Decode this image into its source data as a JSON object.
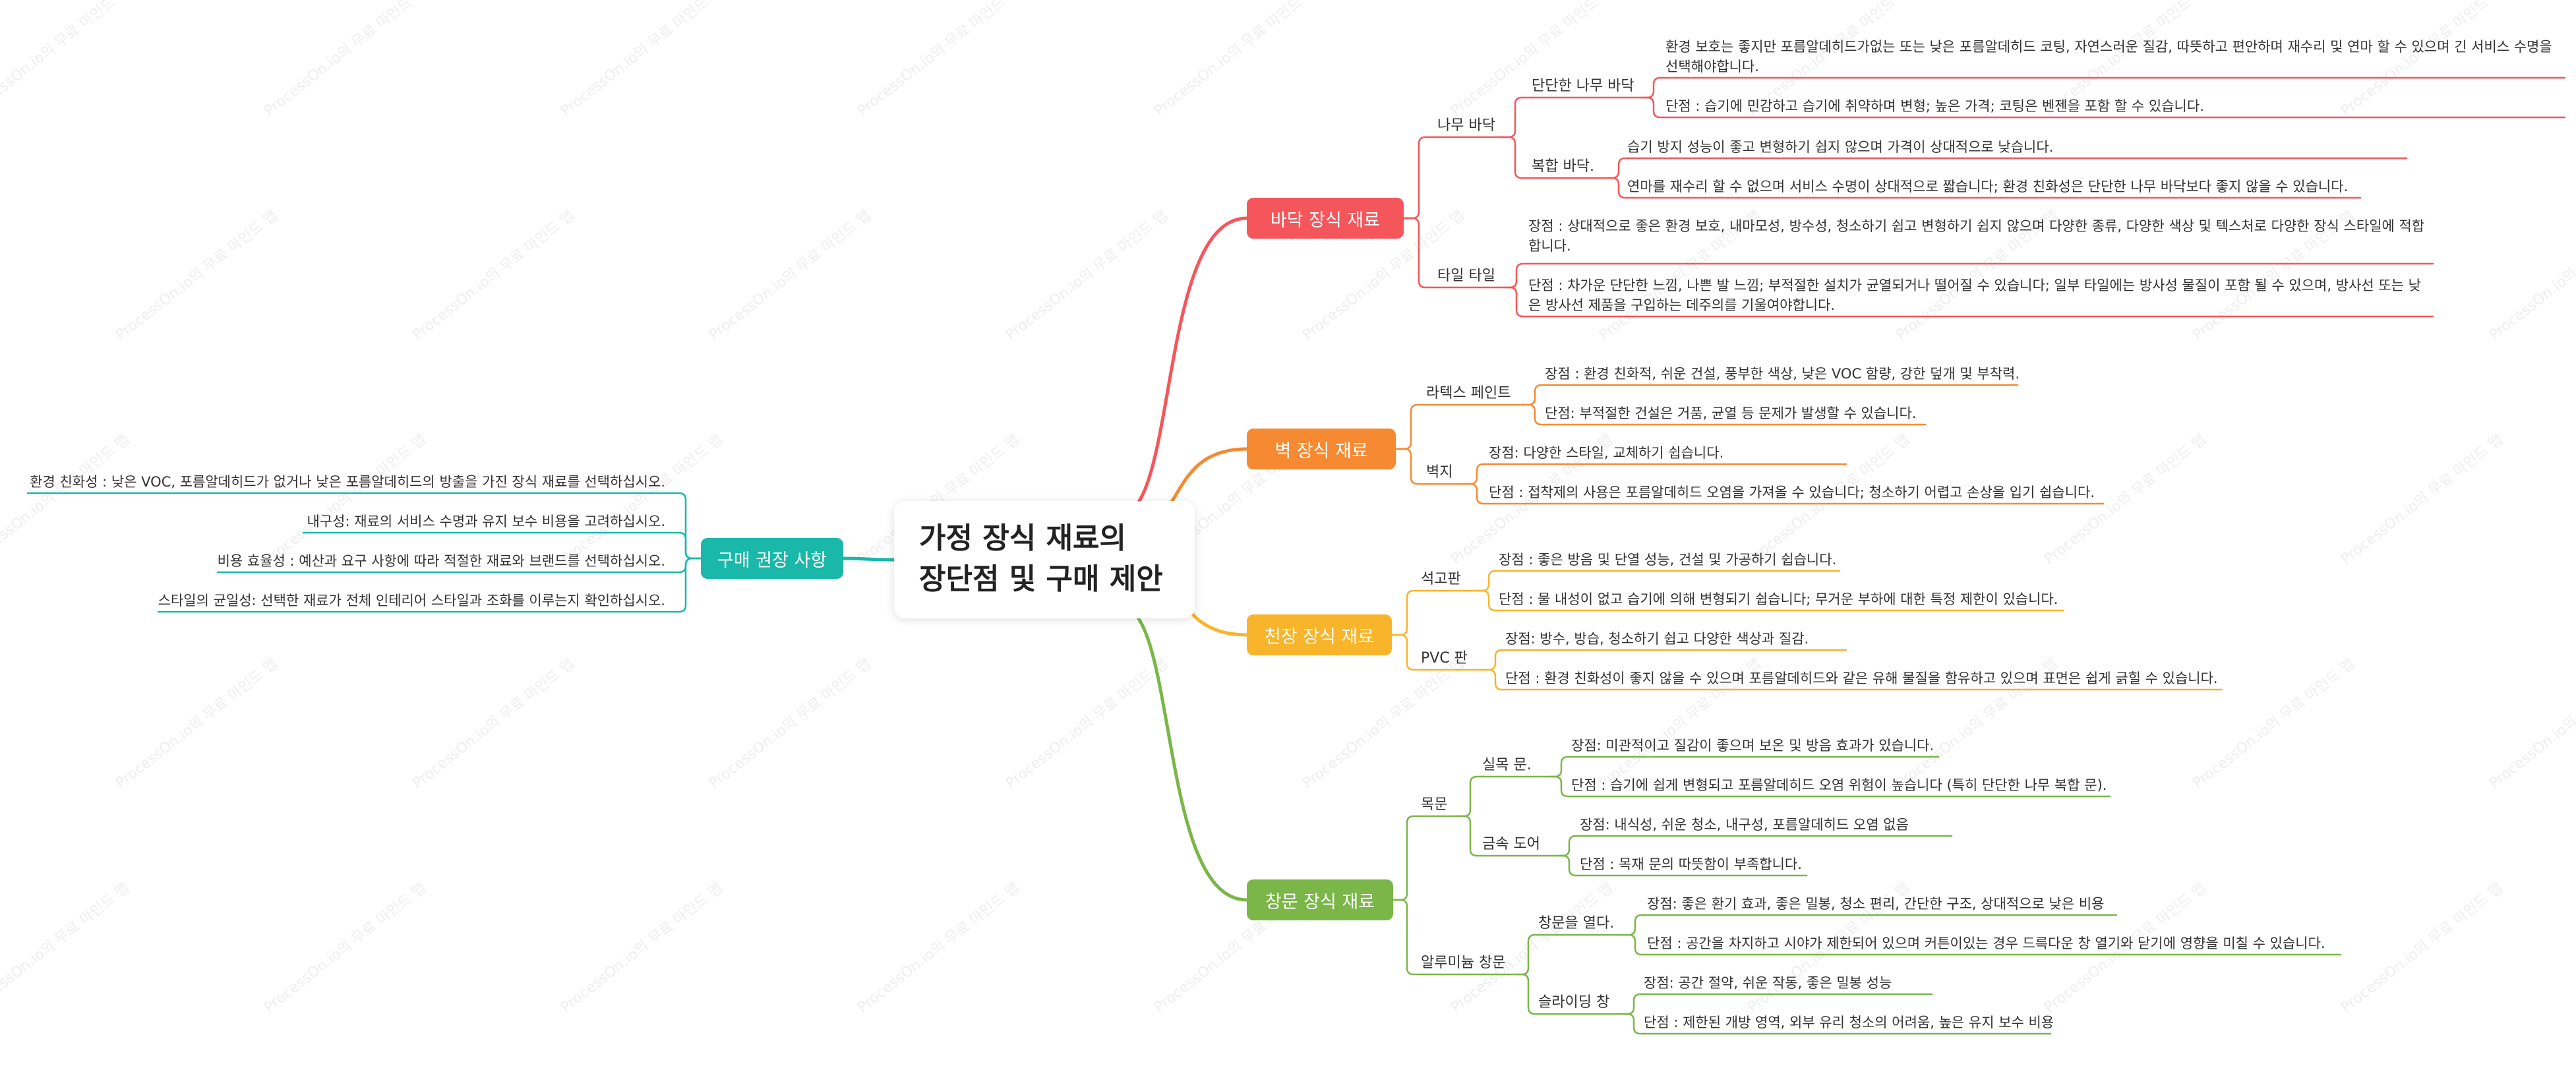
{
  "central": {
    "line1": "가정 장식 재료의",
    "line2": "장단점 및 구매 제안"
  },
  "watermark_text": "ProcessOn.io의 무료 마인드 맵",
  "colors": {
    "floor": "#f5565b",
    "wall": "#f58a33",
    "ceiling": "#f8b42a",
    "window": "#7ab648",
    "buy": "#19b8a8"
  },
  "branches": {
    "floor": {
      "label": "바닥 장식 재료",
      "wood": {
        "label": "나무 바닥",
        "solid": {
          "label": "단단한 나무 바닥",
          "pro": "환경 보호는 좋지만 포름알데히드가없는 또는 낮은 포름알데히드 코팅, 자연스러운 질감, 따뜻하고 편안하며 재수리 및 연마 할 수 있으며 긴 서비스 수명을 선택해야합니다.",
          "con": "단점 : 습기에 민감하고 습기에 취약하며 변형; 높은 가격; 코팅은 벤젠을 포함 할 수 있습니다."
        },
        "composite": {
          "label": "복합 바닥.",
          "pro": "습기 방지 성능이 좋고 변형하기 쉽지 않으며 가격이 상대적으로 낮습니다.",
          "con": "연마를 재수리 할 수 없으며 서비스 수명이 상대적으로 짧습니다; 환경 친화성은 단단한 나무 바닥보다 좋지 않을 수 있습니다."
        }
      },
      "tile": {
        "label": "타일 타일",
        "pro": "장점 : 상대적으로 좋은 환경 보호, 내마모성, 방수성, 청소하기 쉽고 변형하기 쉽지 않으며 다양한 종류, 다양한 색상 및 텍스처로 다양한 장식 스타일에 적합합니다.",
        "con": "단점 : 차가운 단단한 느낌, 나쁜 발 느낌; 부적절한 설치가 균열되거나 떨어질 수 있습니다; 일부 타일에는 방사성 물질이 포함 될 수 있으며, 방사선 또는 낮은 방사선 제품을 구입하는 데주의를 기울여야합니다."
      }
    },
    "wall": {
      "label": "벽 장식 재료",
      "latex": {
        "label": "라텍스 페인트",
        "pro": "장점 : 환경 친화적, 쉬운 건설, 풍부한 색상, 낮은 VOC 함량, 강한 덮개 및 부착력.",
        "con": "단점: 부적절한 건설은 거품, 균열 등 문제가 발생할 수 있습니다."
      },
      "wallpaper": {
        "label": "벽지",
        "pro": "장점: 다양한 스타일, 교체하기 쉽습니다.",
        "con": "단점 : 접착제의 사용은 포름알데히드 오염을 가져올 수 있습니다; 청소하기 어렵고 손상을 입기 쉽습니다."
      }
    },
    "ceiling": {
      "label": "천장 장식 재료",
      "gypsum": {
        "label": "석고판",
        "pro": "장점 : 좋은 방음 및 단열 성능, 건설 및 가공하기 쉽습니다.",
        "con": "단점 : 물 내성이 없고 습기에 의해 변형되기 쉽습니다; 무거운 부하에 대한 특정 제한이 있습니다."
      },
      "pvc": {
        "label": "PVC 판",
        "pro": "장점: 방수, 방습, 청소하기 쉽고 다양한 색상과 질감.",
        "con": "단점 : 환경 친화성이 좋지 않을 수 있으며 포름알데히드와 같은 유해 물질을 함유하고 있으며 표면은 쉽게 긁힐 수 있습니다."
      }
    },
    "window": {
      "label": "창문 장식 재료",
      "woodendoor": {
        "label": "목문",
        "solid": {
          "label": "실목 문.",
          "pro": "장점: 미관적이고 질감이 좋으며 보온 및 방음 효과가 있습니다.",
          "con": "단점 : 습기에 쉽게 변형되고 포름알데히드 오염 위험이 높습니다 (특히 단단한 나무 복합 문)."
        },
        "metal": {
          "label": "금속 도어",
          "pro": "장점: 내식성, 쉬운 청소, 내구성, 포름알데히드 오염 없음",
          "con": "단점 : 목재 문의 따뜻함이 부족합니다."
        }
      },
      "aluminum": {
        "label": "알루미늄 창문",
        "casement": {
          "label": "창문을 열다.",
          "pro": "장점: 좋은 환기 효과, 좋은 밀봉, 청소 편리, 간단한 구조, 상대적으로 낮은 비용",
          "con": "단점 : 공간을 차지하고 시야가 제한되어 있으며 커튼이있는 경우 드륵다운 창 열기와 닫기에 영향을 미칠 수 있습니다."
        },
        "sliding": {
          "label": "슬라이딩 창",
          "pro": "장점: 공간 절약, 쉬운 작동, 좋은 밀봉 성능",
          "con": "단점 : 제한된 개방 영역, 외부 유리 청소의 어려움, 높은 유지 보수 비용"
        }
      }
    },
    "buy": {
      "label": "구매 권장 사항",
      "items": [
        "환경 친화성 : 낮은 VOC, 포름알데히드가 없거나 낮은 포름알데히드의 방출을 가진 장식 재료를 선택하십시오.",
        "내구성: 재료의 서비스 수명과 유지 보수 비용을 고려하십시오.",
        "비용 효율성 : 예산과 요구 사항에 따라 적절한 재료와 브랜드를 선택하십시오.",
        "스타일의 균일성: 선택한 재료가 전체 인테리어 스타일과 조화를 이루는지 확인하십시오."
      ]
    }
  }
}
